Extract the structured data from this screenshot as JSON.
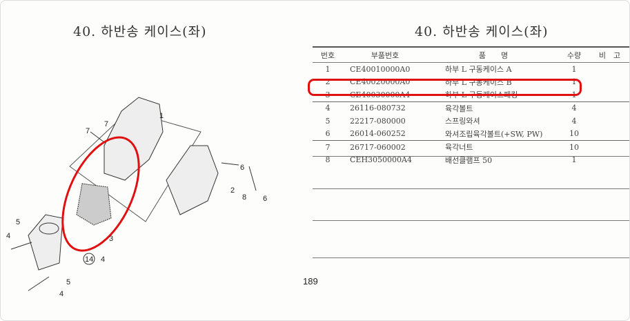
{
  "left_title": "40. 하반송 케이스(좌)",
  "right_title": "40. 하반송 케이스(좌)",
  "table": {
    "headers": [
      "번호",
      "부품번호",
      "품　　명",
      "수량",
      "비　고"
    ],
    "rows": [
      [
        "1",
        "CE40010000A0",
        "하부 L 구동케이스 A",
        "1"
      ],
      [
        "2",
        "CE40020000A0",
        "하부 L 구동케이스 B",
        "1"
      ],
      [
        "3",
        "CE40030000A4",
        "하부 L 구동케이스패킹",
        "1"
      ],
      [
        "4",
        "26116-080732",
        "육각볼트",
        "4"
      ],
      [
        "5",
        "22217-080000",
        "스프링와셔",
        "4"
      ],
      [
        "6",
        "26014-060252",
        "와셔조립육각볼트(+SW, PW)",
        "10"
      ],
      [
        "7",
        "26717-060002",
        "육각너트",
        "10"
      ],
      [
        "8",
        "CEH3050000A4",
        "배선클램프 50",
        "1"
      ]
    ]
  },
  "callouts": [
    "1",
    "7",
    "7",
    "6",
    "2",
    "8",
    "6",
    "3",
    "5",
    "4",
    "14",
    "4",
    "5",
    "4"
  ],
  "page_number": "189",
  "highlight_color": "#e01010"
}
